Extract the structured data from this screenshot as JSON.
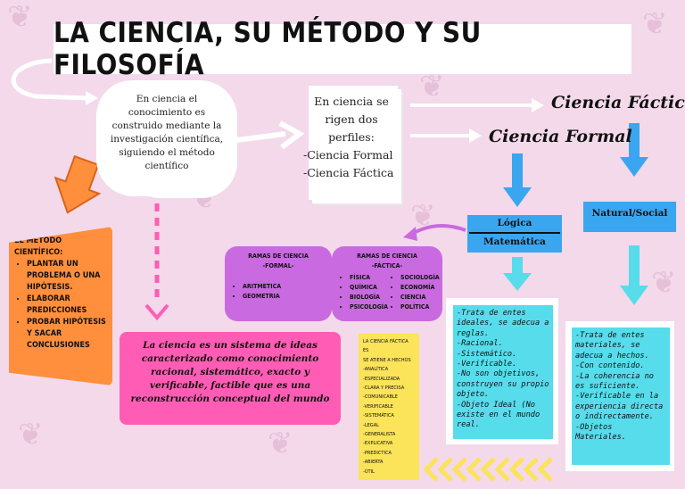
{
  "title": "LA CIENCIA, SU MÉTODO Y SU FILOSOFÍA",
  "cloud_definition": [
    "En ciencia el",
    "conocimiento es",
    "construido mediante la",
    "investigación científica,",
    "siguiendo el método",
    "científico"
  ],
  "doc_perfiles": [
    "En ciencia se",
    "rigen dos",
    "perfiles:",
    "-Ciencia Formal",
    "-Ciencia Fáctica"
  ],
  "ciencia_factica": "Ciencia Fáctica",
  "ciencia_formal": "Ciencia Formal",
  "logica_matematica": [
    "Lógica",
    "Matemática"
  ],
  "natural_social": "Natural/Social",
  "metodo": {
    "title": "EL MÉTODO CIENTÍFICO:",
    "items": [
      "PLANTAR UN PROBLEMA O UNA HIPÓTESIS.",
      "ELABORAR PREDICCIONES",
      "PROBAR HIPÓTESIS Y SACAR CONCLUSIONES"
    ]
  },
  "ramas_formal": {
    "title": [
      "RAMAS DE CIENCIA",
      "-FORMAL-"
    ],
    "items": [
      "ARITMETICA",
      "GEOMETRIA"
    ]
  },
  "ramas_factica": {
    "title": [
      "RAMAS DE CIENCIA",
      "-FÁCTICA-"
    ],
    "col1": [
      "FÍSICA",
      "QUÍMICA",
      "BIOLOGÍA",
      "PSICOLOGÍA"
    ],
    "col2": [
      "SOCIOLOGÍA",
      "ECONOMÍA",
      "CIENCIA",
      "POLÍTICA"
    ]
  },
  "definicion_ciencia": "La ciencia es un sistema de ideas caracterizado como conocimiento racional, sistemático, exacto y verificable, factible que es una reconstrucción conceptual del mundo",
  "factica_lista": {
    "title": [
      "LA CIENCIA FÁCTICA ES",
      "SE ATIENE A HECHOS"
    ],
    "items": [
      "-ANALÍTICA",
      "-ESPECIALIZADA",
      "-CLARA Y PRECISA",
      "-COMUNICABLE",
      "-VERIFICABLE",
      "-SISTEMÁTICA",
      "-LEGAL",
      "-GENERALISTA",
      "-EXPLICATIVA",
      "-PREDICTICA",
      "-ABIERTA",
      "-ÚTIL"
    ]
  },
  "formal_caract": [
    "-Trata de entes ideales, se adecua a reglas.",
    "-Racional.",
    "-Sistemático.",
    "-Verificable.",
    "-No son objetivos, construyen su propio objeto.",
    "-Objeto Ideal (No existe en el mundo real."
  ],
  "factica_caract": [
    "-Trata de entes materiales, se adecua a hechos.",
    "-Con contenido.",
    "-La coherencia no es suficiente.",
    "-Verificable en la experiencia directa o indirectamente.",
    "-Objetos Materiales."
  ],
  "colors": {
    "bg": "#f3d9ea",
    "blue": "#3aa6f0",
    "cyan": "#57dcec",
    "orange": "#ff8f3d",
    "purple": "#c96ae0",
    "pink": "#ff5db5",
    "yellow": "#fbe35a"
  }
}
